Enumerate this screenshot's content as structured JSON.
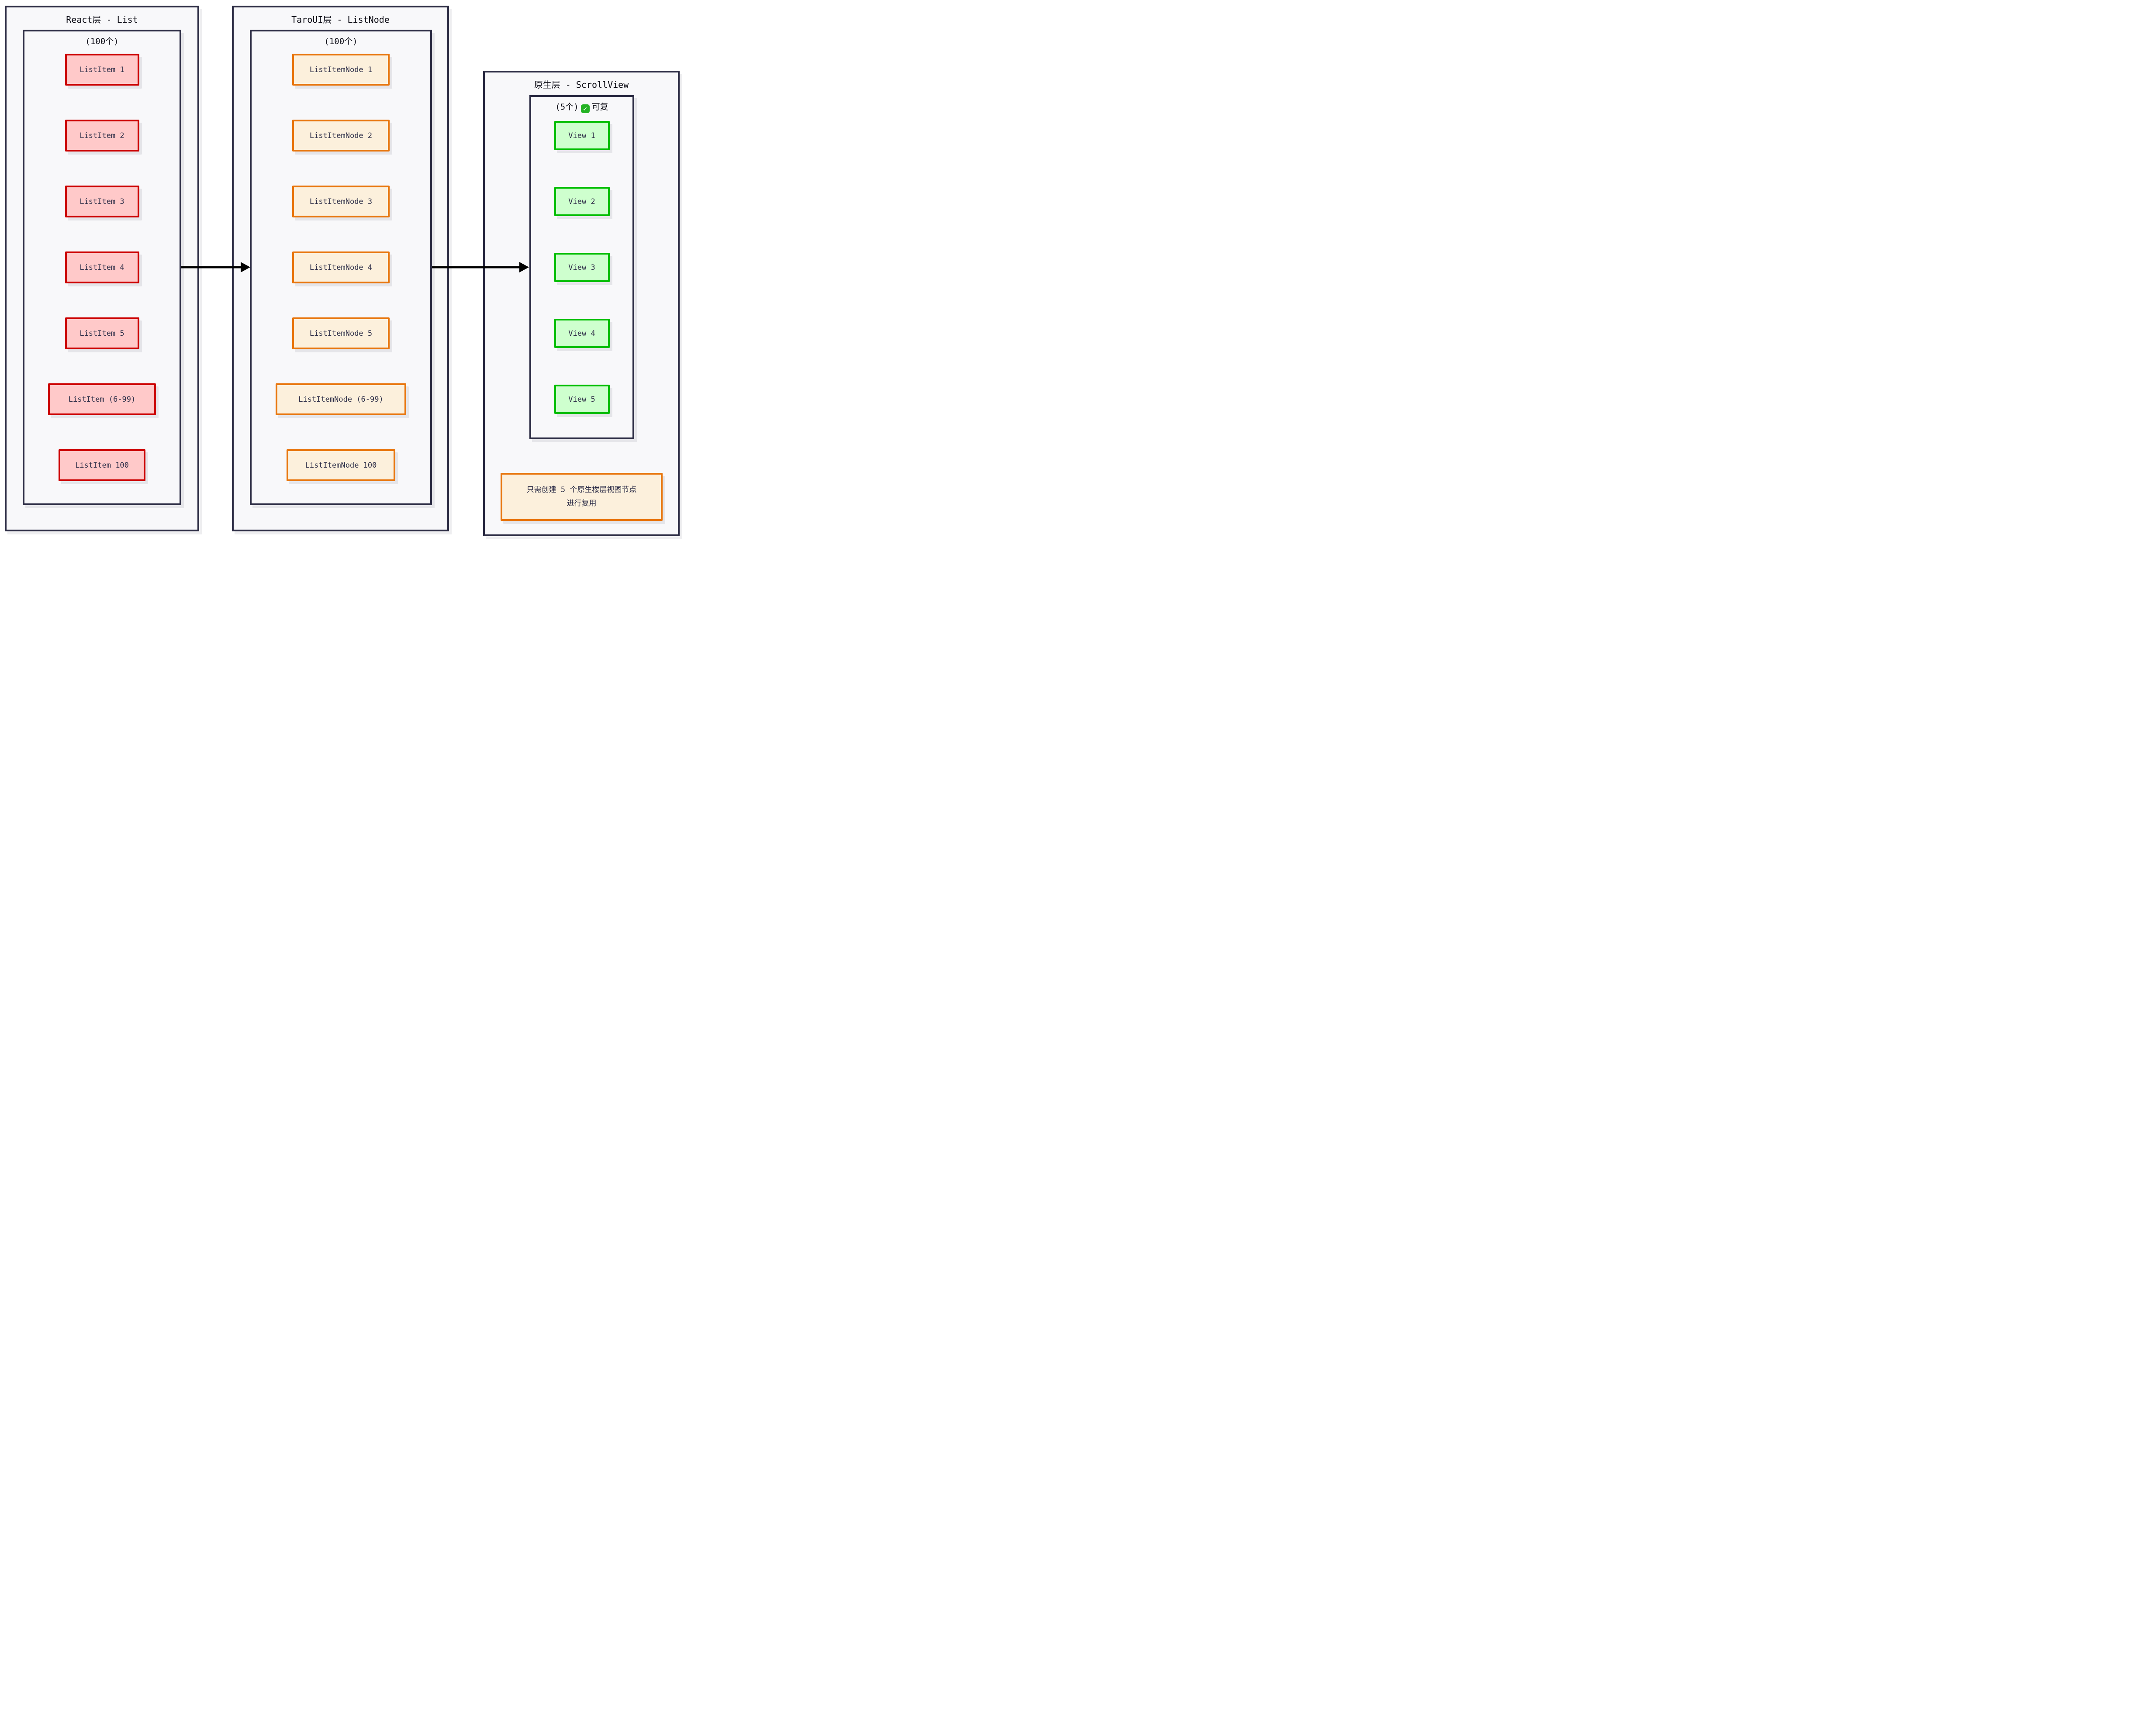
{
  "columns": [
    {
      "title": "React层 - List",
      "count_label": "(100个)",
      "items": [
        "ListItem 1",
        "ListItem 2",
        "ListItem 3",
        "ListItem 4",
        "ListItem 5",
        "ListItem (6-99)",
        "ListItem 100"
      ]
    },
    {
      "title": "TaroUI层 - ListNode",
      "count_label": "(100个)",
      "items": [
        "ListItemNode 1",
        "ListItemNode 2",
        "ListItemNode 3",
        "ListItemNode 4",
        "ListItemNode 5",
        "ListItemNode (6-99)",
        "ListItemNode 100"
      ]
    },
    {
      "title": "原生层 - ScrollView",
      "count_label_prefix": "(5个)",
      "check_glyph": "✓",
      "count_label_suffix": "可复",
      "items": [
        "View 1",
        "View 2",
        "View 3",
        "View 4",
        "View 5"
      ],
      "note_line1": "只需创建 5 个原生楼层视图节点",
      "note_line2": "进行复用"
    }
  ],
  "colors": {
    "outline": "#2b2b43",
    "panel_bg": "#f8f8fa",
    "red_border": "#cc0000",
    "red_fill": "#ffc9c9",
    "orange_border": "#e8750c",
    "orange_fill": "#fcf0dc",
    "green_border": "#00bd00",
    "green_fill": "#ceffce",
    "check_green": "#24b324",
    "text": "#2e2e48",
    "arrow": "#000000"
  }
}
